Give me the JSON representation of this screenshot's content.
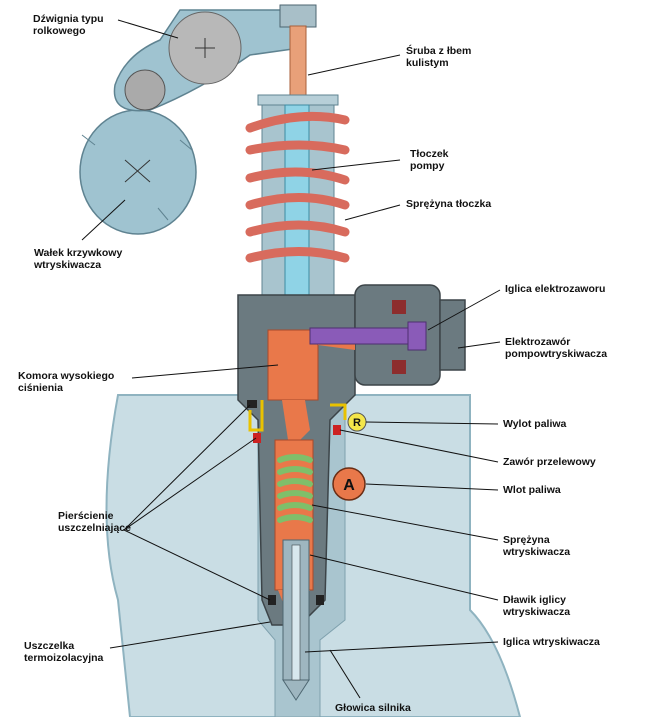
{
  "labels": {
    "rocker": "Dźwignia typu\nrolkowego",
    "ball_screw": "Śruba z łbem\nkulistym",
    "pump_plunger": "Tłoczek\npompy",
    "plunger_spring": "Sprężyna tłoczka",
    "camshaft": "Wałek krzywkowy\nwtryskiwacza",
    "solenoid_needle": "Iglica elektrozaworu",
    "solenoid_valve": "Elektrozawór\npompowtryskiwacza",
    "hp_chamber": "Komora wysokiego\nciśnienia",
    "fuel_outlet": "Wylot paliwa",
    "overflow_valve": "Zawór przelewowy",
    "fuel_inlet": "Wlot paliwa",
    "seal_rings": "Pierścienie\nuszczelniające",
    "injector_spring": "Sprężyna\nwtryskiwacza",
    "needle_damper": "Dławik iglicy\nwtryskiwacza",
    "thermal_seal": "Uszczelka\ntermoizolacyjna",
    "injector_needle": "Iglica wtryskiwacza",
    "cylinder_head": "Głowica silnika"
  },
  "markers": {
    "return": "R",
    "inlet": "A"
  },
  "colors": {
    "head": "#c9dde4",
    "head_edge": "#8fb3c0",
    "housing": "#6b7a80",
    "fuel": "#e9784a",
    "spring": "#d86b5d",
    "plunger": "#8fd3e6",
    "screw": "#e8a079",
    "needle": "#8a5bb8",
    "inj_spring": "#7fbf6a",
    "seal": "#cc2222"
  }
}
